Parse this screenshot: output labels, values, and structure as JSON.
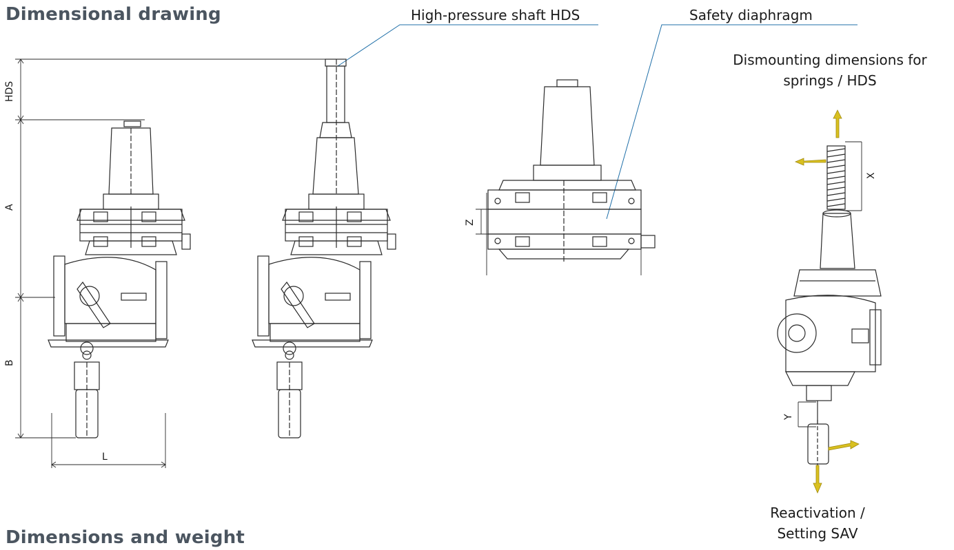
{
  "title": "Dimensional drawing",
  "subtitle": "Dimensions and weight",
  "callouts": {
    "hds": "High-pressure shaft HDS",
    "safety": "Safety diaphragm"
  },
  "captions": {
    "dismounting_line1": "Dismounting dimensions for",
    "dismounting_line2": "springs / HDS",
    "reactivation_line1": "Reactivation /",
    "reactivation_line2": "Setting SAV"
  },
  "dimensions": {
    "hds": "HDS",
    "a": "A",
    "b": "B",
    "l": "L",
    "z": "Z",
    "x": "X",
    "y": "Y"
  },
  "colors": {
    "heading": "#4b5560",
    "leader": "#1f6fa8",
    "arrow": "#d9c020",
    "line": "#2a2a2a"
  }
}
